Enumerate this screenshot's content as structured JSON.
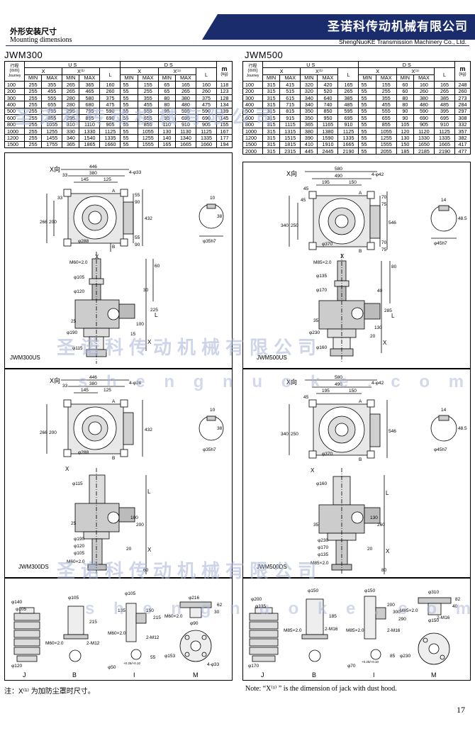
{
  "header": {
    "section_cn": "外形安装尺寸",
    "section_en": "Mounting dimensions",
    "company_cn": "圣诺科传动机械有限公司",
    "company_en": "ShengNuoKE Transmission Machinery Co., Ltd."
  },
  "colors": {
    "brand": "#1a2c6b",
    "watermark": "#a8b4d8"
  },
  "watermark": {
    "cn": "圣诺科传动机械有限公司",
    "en": "s h e n g n u o k e . c o m"
  },
  "jwm300": {
    "title": "JWM300",
    "header": {
      "stroke_cn": "行程",
      "stroke_unit": "(mm)",
      "stroke_en": "Journey",
      "us": "U S",
      "ds": "D S",
      "x": "X",
      "x1": "X⁽¹⁾",
      "l": "L",
      "min": "MIN",
      "max": "MAX",
      "mass": "m",
      "mass_unit": "(kg)"
    },
    "rows": [
      [
        "100",
        "255",
        "355",
        "265",
        "365",
        "160",
        "55",
        "155",
        "65",
        "165",
        "160",
        "118"
      ],
      [
        "200",
        "255",
        "455",
        "265",
        "465",
        "260",
        "55",
        "255",
        "65",
        "265",
        "260",
        "123"
      ],
      [
        "300",
        "255",
        "555",
        "280",
        "580",
        "375",
        "55",
        "355",
        "80",
        "380",
        "375",
        "128"
      ],
      [
        "400",
        "255",
        "655",
        "280",
        "680",
        "475",
        "55",
        "455",
        "80",
        "480",
        "475",
        "134"
      ],
      [
        "500",
        "255",
        "755",
        "295",
        "795",
        "590",
        "55",
        "555",
        "95",
        "595",
        "590",
        "139"
      ],
      [
        "600",
        "255",
        "855",
        "295",
        "895",
        "690",
        "55",
        "655",
        "95",
        "695",
        "690",
        "145"
      ],
      [
        "800",
        "255",
        "1055",
        "310",
        "1110",
        "905",
        "55",
        "855",
        "110",
        "910",
        "905",
        "155"
      ],
      [
        "1000",
        "255",
        "1255",
        "330",
        "1330",
        "1125",
        "55",
        "1055",
        "130",
        "1130",
        "1125",
        "167"
      ],
      [
        "1200",
        "255",
        "1455",
        "340",
        "1540",
        "1335",
        "55",
        "1255",
        "140",
        "1340",
        "1335",
        "177"
      ],
      [
        "1500",
        "255",
        "1755",
        "365",
        "1865",
        "1660",
        "55",
        "1555",
        "165",
        "1665",
        "1660",
        "194"
      ]
    ],
    "us_label": "JWM300US",
    "ds_label": "JWM300DS",
    "dims": {
      "xdir": "X向",
      "w446": "446",
      "w380": "380",
      "w145": "145",
      "w125": "125",
      "w33": "33",
      "holes": "4-φ33",
      "h266": "266",
      "h200": "200",
      "h33": "33",
      "h432": "432",
      "d288": "φ288",
      "a": "A",
      "b": "B",
      "x": "X",
      "k10": "10",
      "k38": "38",
      "shaft": "φ35h7",
      "h55a": "55",
      "h90a": "90",
      "h55b": "55",
      "h90b": "90",
      "thread": "M60×2.0",
      "d105": "φ105",
      "d120": "φ120",
      "d190": "φ190",
      "d115": "φ115",
      "v60": "60",
      "v30": "30",
      "v225": "225",
      "v100": "100",
      "v15": "15",
      "v25": "25",
      "l": "L",
      "holes_ds": "4-φ26",
      "ds_d115": "φ115",
      "ds_d190": "φ190",
      "ds_d120": "φ120",
      "ds_d105": "φ105",
      "ds_v200": "200",
      "ds_v100": "100",
      "ds_v25": "25",
      "ds_v20": "20",
      "ds_v60": "60"
    },
    "parts": {
      "j": "J",
      "b": "B",
      "i": "I",
      "m": "M",
      "j_d140": "φ140",
      "j_d105": "φ105",
      "j_d120": "φ120",
      "b_d105": "φ105",
      "b_thread": "M60×2.0",
      "b_h215": "215",
      "b_holes": "2-M12",
      "i_d105": "φ105",
      "i_thread": "M60×2.0",
      "i_h135": "135",
      "i_h150": "150",
      "i_h215": "215",
      "i_holes": "2-M12",
      "i_pin": "φ50",
      "i_tol": "+0.25/+0.10",
      "i_h55": "55",
      "m_d216": "φ216",
      "m_h62": "62",
      "m_h30": "30",
      "m_d90": "φ90",
      "m_thread": "M60×2.0",
      "m_holes": "4-φ33",
      "m_d153": "φ153"
    }
  },
  "jwm500": {
    "title": "JWM500",
    "rows": [
      [
        "100",
        "315",
        "415",
        "320",
        "420",
        "165",
        "55",
        "155",
        "60",
        "160",
        "165",
        "248"
      ],
      [
        "200",
        "315",
        "515",
        "320",
        "520",
        "265",
        "55",
        "255",
        "60",
        "260",
        "265",
        "260"
      ],
      [
        "300",
        "315",
        "615",
        "340",
        "640",
        "385",
        "55",
        "355",
        "80",
        "380",
        "385",
        "273"
      ],
      [
        "400",
        "315",
        "715",
        "340",
        "740",
        "485",
        "55",
        "455",
        "80",
        "480",
        "485",
        "284"
      ],
      [
        "500",
        "315",
        "815",
        "350",
        "850",
        "595",
        "55",
        "555",
        "90",
        "590",
        "395",
        "297"
      ],
      [
        "600",
        "315",
        "915",
        "350",
        "950",
        "695",
        "55",
        "655",
        "90",
        "690",
        "695",
        "308"
      ],
      [
        "800",
        "315",
        "1115",
        "365",
        "1165",
        "910",
        "55",
        "855",
        "105",
        "905",
        "910",
        "332"
      ],
      [
        "1000",
        "315",
        "1315",
        "380",
        "1380",
        "1125",
        "55",
        "1055",
        "120",
        "1120",
        "1125",
        "357"
      ],
      [
        "1200",
        "315",
        "1515",
        "390",
        "1590",
        "1335",
        "55",
        "1255",
        "130",
        "1330",
        "1335",
        "382"
      ],
      [
        "1500",
        "315",
        "1815",
        "410",
        "1910",
        "1665",
        "55",
        "1555",
        "150",
        "1650",
        "1665",
        "417"
      ],
      [
        "2000",
        "315",
        "2315",
        "445",
        "2445",
        "2190",
        "55",
        "2055",
        "185",
        "2185",
        "2190",
        "477"
      ]
    ],
    "us_label": "JWM500US",
    "ds_label": "JWM500DS",
    "dims": {
      "xdir": "X向",
      "w580": "580",
      "w490": "490",
      "w195": "195",
      "w150": "150",
      "w45": "45",
      "holes": "4-φ42",
      "h340": "340",
      "h250": "250",
      "h45": "45",
      "h546": "546",
      "d370": "φ370",
      "a": "A",
      "b": "B",
      "x": "X",
      "k14": "14",
      "k485": "48.5",
      "shaft": "φ45h7",
      "h70a": "70",
      "h75a": "75",
      "h70b": "70",
      "h75b": "75",
      "thread": "M85×2.0",
      "d135": "φ135",
      "d170": "φ170",
      "d230": "φ230",
      "d160": "φ160",
      "v80": "80",
      "v40": "40",
      "v285": "285",
      "v130": "130",
      "v20": "20",
      "v35": "35",
      "l": "L",
      "ds_d160": "φ160",
      "ds_d230": "φ230",
      "ds_d170": "φ170",
      "ds_d135": "φ135",
      "ds_v260": "260",
      "ds_v130": "130",
      "ds_v35": "35",
      "ds_v20": "20",
      "ds_v80": "80"
    },
    "parts": {
      "j": "J",
      "b": "B",
      "i": "I",
      "m": "M",
      "j_d200": "φ200",
      "j_d135": "φ135",
      "j_d170": "φ170",
      "b_d150": "φ150",
      "b_thread": "M85×2.0",
      "b_h185": "185",
      "b_holes": "2-M16",
      "i_d150": "φ150",
      "i_thread": "M85×2.0",
      "i_h200": "200",
      "i_h300": "300",
      "i_h290": "290",
      "i_holes": "2-M16",
      "i_pin": "φ70",
      "i_tol": "+0.25/+0.10",
      "i_h85": "85",
      "m_d310": "φ310",
      "m_h82": "82",
      "m_h40": "40",
      "m_d150": "φ150",
      "m_thread": "M85×2.0",
      "m_holes": "2-M16",
      "m_d230": "φ230"
    }
  },
  "notes": {
    "cn": "注：X⁽¹⁾ 为加防尘罩时尺寸。",
    "en": "Note: “X⁽¹⁾ ” is the dimension of jack with dust hood."
  },
  "page_number": "17"
}
